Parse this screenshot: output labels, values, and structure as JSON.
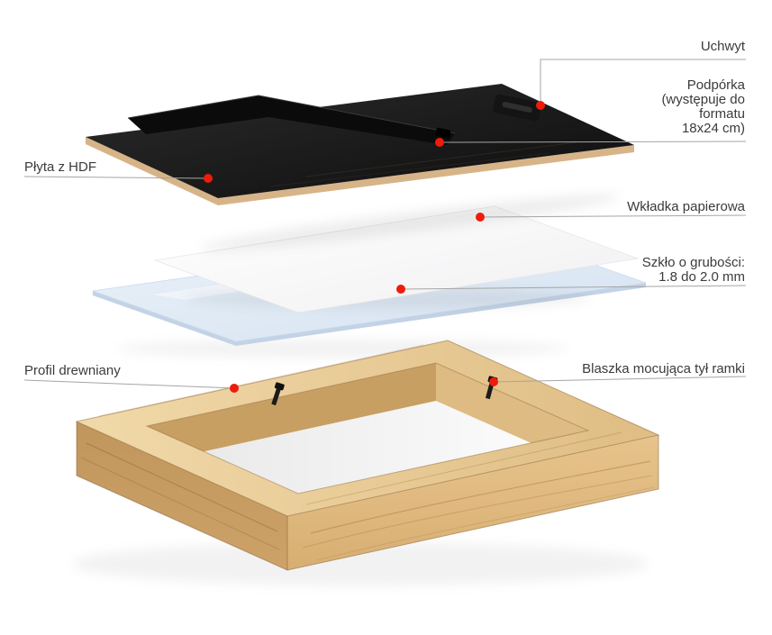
{
  "labels": {
    "uchwyt": "Uchwyt",
    "podporka": "Podpórka\n(występuje do\nformatu\n18x24 cm)",
    "plyta": "Płyta z HDF",
    "wkladka": "Wkładka papierowa",
    "szklo": "Szkło o grubości:\n1.8 do 2.0 mm",
    "profil": "Profil drewniany",
    "blaszka": "Blaszka mocująca tył ramki"
  },
  "colors": {
    "marker_dot": "#ed1c0b",
    "leader_line": "#a5a5a5",
    "hdf_edge": "#d7b488",
    "paper_stroke": "#e7e7ea",
    "glass_stroke": "#cddcec",
    "metal_tab": "#1b1b1b"
  }
}
